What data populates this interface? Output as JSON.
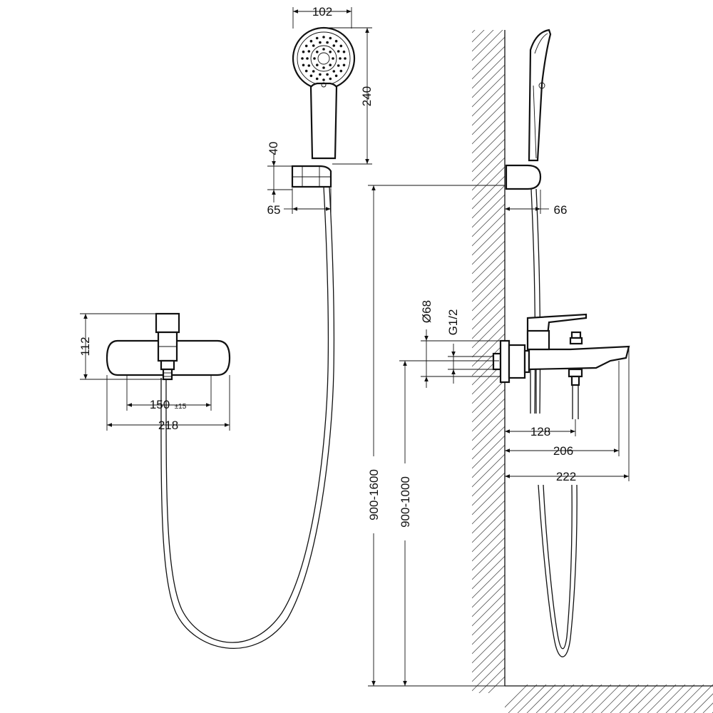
{
  "dimensions": {
    "showerhead_width": "102",
    "showerhead_height": "240",
    "holder_height": "40",
    "holder_offset": "65",
    "holder_projection": "66",
    "mixer_height": "112",
    "center_distance": "150",
    "center_tolerance": "±15",
    "mixer_width": "218",
    "flange_diameter": "Ø68",
    "thread_size": "G1/2",
    "body_projection": "128",
    "spout_projection": "206",
    "total_projection": "222",
    "holder_mount_height": "900-1600",
    "mixer_mount_height": "900-1000"
  },
  "colors": {
    "line": "#111111",
    "hatch": "#555555",
    "background": "#ffffff"
  }
}
